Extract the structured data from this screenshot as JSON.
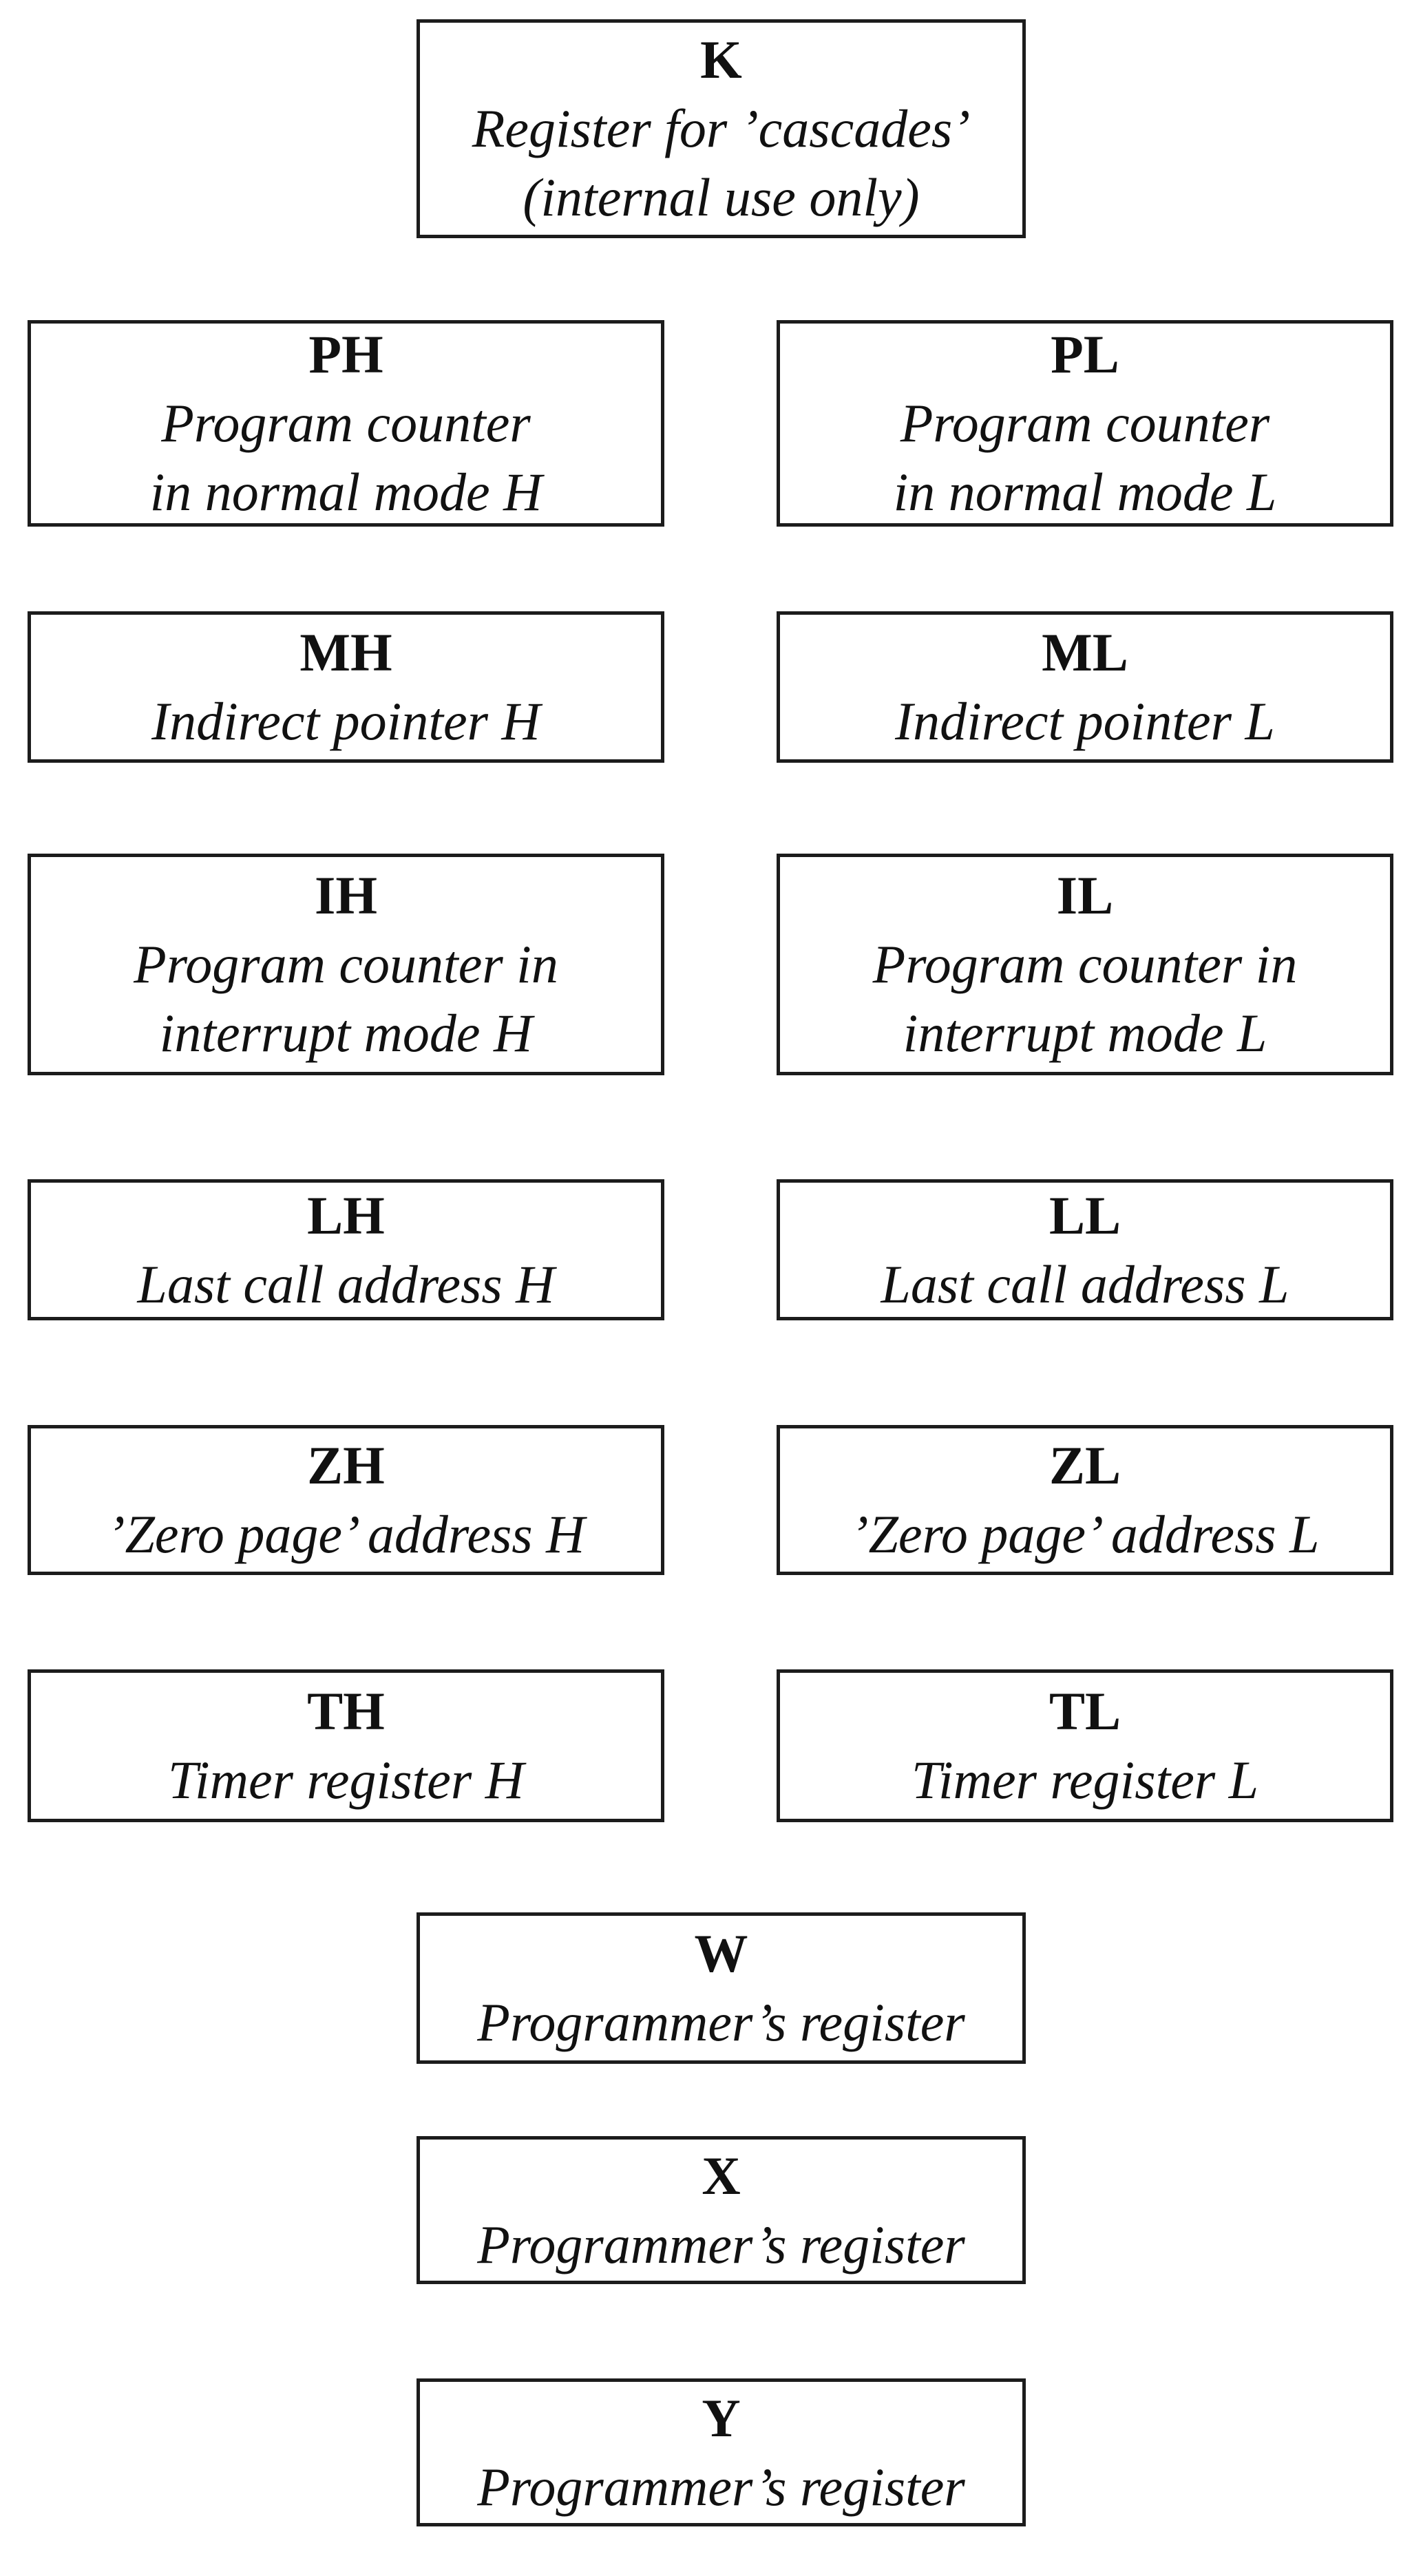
{
  "diagram": {
    "kind": "cpu-register-diagram",
    "colors": {
      "border": "#1c1c1c",
      "text": "#111111",
      "background": "#ffffff"
    },
    "boxes": [
      {
        "id": "K",
        "label": "K",
        "desc": "Register for ’cascades’\n(internal use only)"
      },
      {
        "id": "PH",
        "label": "PH",
        "desc": "Program counter\nin normal mode H"
      },
      {
        "id": "PL",
        "label": "PL",
        "desc": "Program counter\nin normal mode L"
      },
      {
        "id": "MH",
        "label": "MH",
        "desc": "Indirect pointer H"
      },
      {
        "id": "ML",
        "label": "ML",
        "desc": "Indirect pointer L"
      },
      {
        "id": "IH",
        "label": "IH",
        "desc": "Program counter in\ninterrupt mode H"
      },
      {
        "id": "IL",
        "label": "IL",
        "desc": "Program counter in\ninterrupt mode L"
      },
      {
        "id": "LH",
        "label": "LH",
        "desc": "Last call address H"
      },
      {
        "id": "LL",
        "label": "LL",
        "desc": "Last call address L"
      },
      {
        "id": "ZH",
        "label": "ZH",
        "desc": "’Zero page’ address H"
      },
      {
        "id": "ZL",
        "label": "ZL",
        "desc": "’Zero page’ address L"
      },
      {
        "id": "TH",
        "label": "TH",
        "desc": "Timer register H"
      },
      {
        "id": "TL",
        "label": "TL",
        "desc": "Timer register L"
      },
      {
        "id": "W",
        "label": "W",
        "desc": "Programmer’s register"
      },
      {
        "id": "X",
        "label": "X",
        "desc": "Programmer’s register"
      },
      {
        "id": "Y",
        "label": "Y",
        "desc": "Programmer’s register"
      }
    ]
  }
}
